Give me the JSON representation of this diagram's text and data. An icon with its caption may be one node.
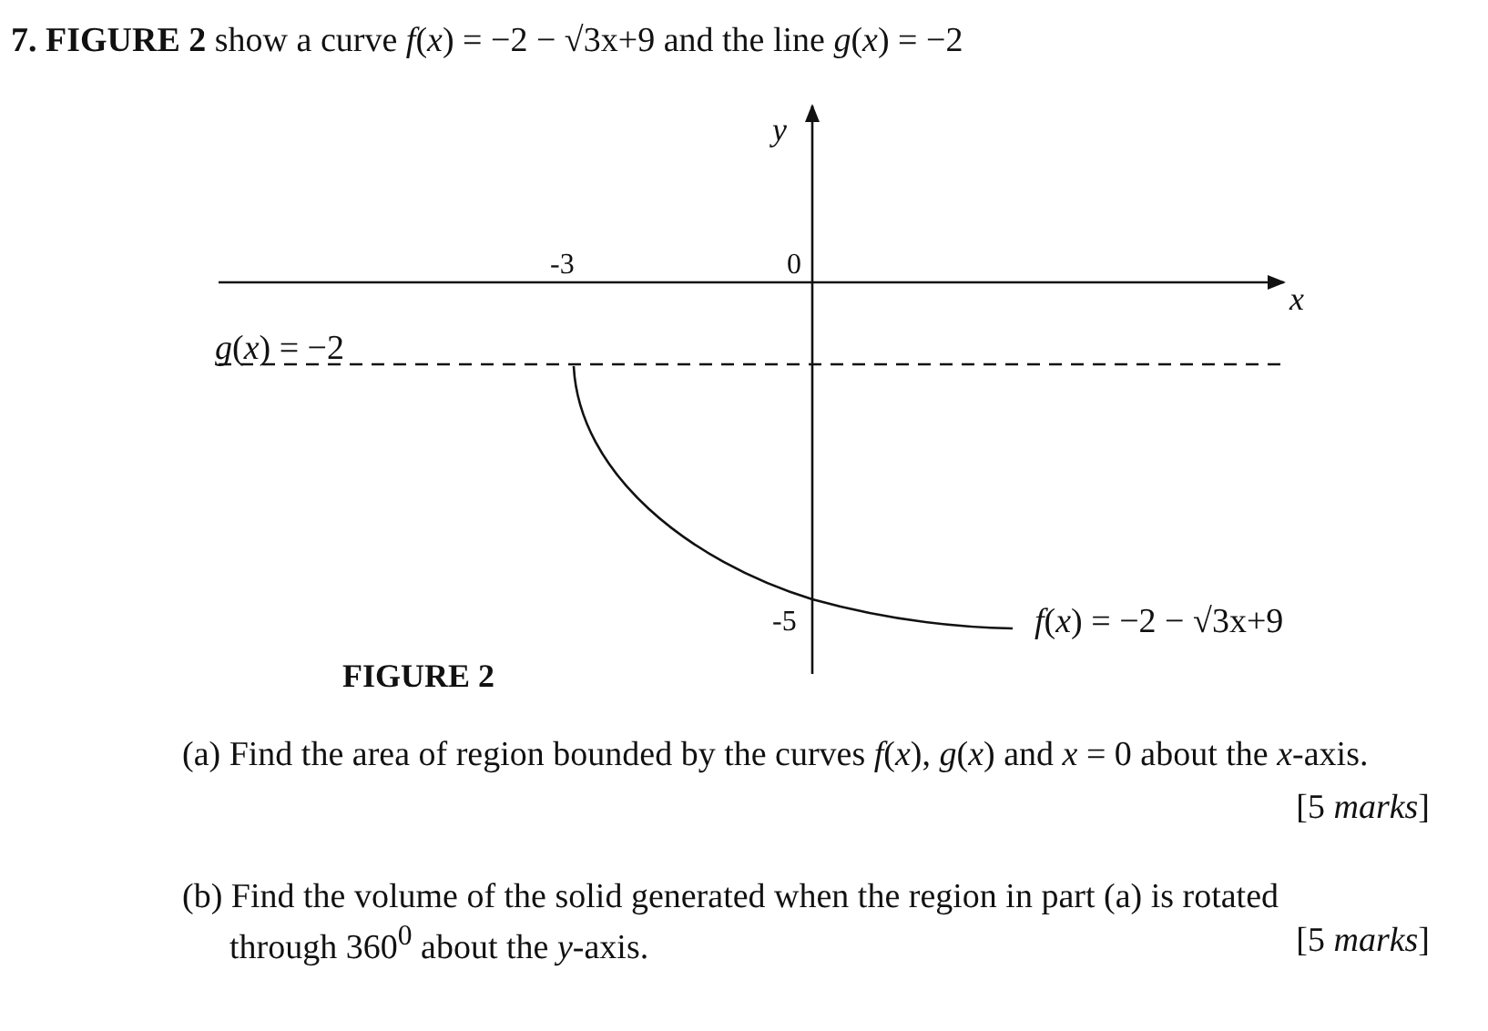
{
  "diagram": {
    "title": "**7. FIGURE 2** show a curve *f*(*x*) = −2 − √3x+9 and the line *g*(*x*) = −2",
    "labels": [
      "*y*",
      "-3",
      "0",
      "*x*",
      "*g*(*x*) = −2",
      "-5",
      "*f*(*x*) = −2 − √3x+9",
      "FIGURE 2",
      "(a) Find the area of region bounded by the curves *f*(*x*), *g*(*x*) and *x* = 0 about the *x*-axis.",
      "[5 *marks*]",
      "(b) Find the volume of the solid generated when the region in part (a) is rotated through 360$^{0}$ about the *y*-axis.",
      "[5 *marks*]"
    ]
  }
}
